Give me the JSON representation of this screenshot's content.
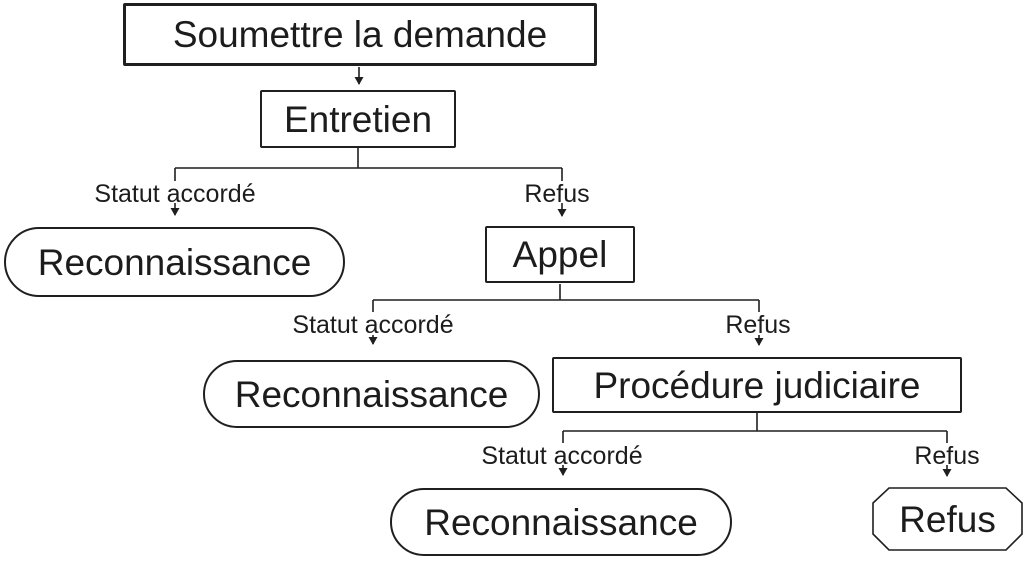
{
  "diagram_type": "flowchart",
  "language": "fr",
  "colors": {
    "line": "#1f1f1f",
    "text": "#1c1c1c",
    "background": "#ffffff"
  },
  "nodes": {
    "submit": {
      "label": "Soumettre la demande",
      "shape": "rectangle"
    },
    "interview": {
      "label": "Entretien",
      "shape": "rectangle"
    },
    "recognition1": {
      "label": "Reconnaissance",
      "shape": "stadium"
    },
    "appeal": {
      "label": "Appel",
      "shape": "rectangle"
    },
    "recognition2": {
      "label": "Reconnaissance",
      "shape": "stadium"
    },
    "judicial": {
      "label": "Procédure judiciaire",
      "shape": "rectangle"
    },
    "recognition3": {
      "label": "Reconnaissance",
      "shape": "stadium"
    },
    "refusal": {
      "label": "Refus",
      "shape": "octagon"
    }
  },
  "edges": [
    {
      "from": "submit",
      "to": "interview",
      "label": ""
    },
    {
      "from": "interview",
      "to": "recognition1",
      "label": "Statut accordé"
    },
    {
      "from": "interview",
      "to": "appeal",
      "label": "Refus"
    },
    {
      "from": "appeal",
      "to": "recognition2",
      "label": "Statut accordé"
    },
    {
      "from": "appeal",
      "to": "judicial",
      "label": "Refus"
    },
    {
      "from": "judicial",
      "to": "recognition3",
      "label": "Statut accordé"
    },
    {
      "from": "judicial",
      "to": "refusal",
      "label": "Refus"
    }
  ]
}
